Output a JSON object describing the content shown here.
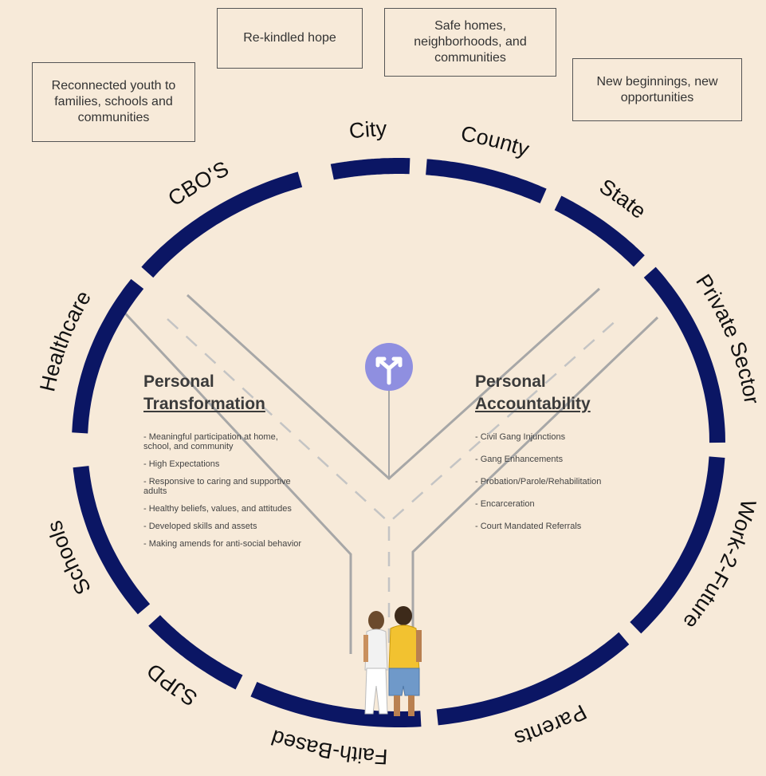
{
  "outcomes": [
    {
      "id": "reconnected",
      "text": "Reconnected youth to families, schools and communities"
    },
    {
      "id": "rekindled",
      "text": "Re-kindled hope"
    },
    {
      "id": "safe",
      "text": "Safe homes, neighborhoods, and communities"
    },
    {
      "id": "new",
      "text": "New beginnings, new opportunities"
    }
  ],
  "ring_segments": [
    {
      "label": "City"
    },
    {
      "label": "County"
    },
    {
      "label": "State"
    },
    {
      "label": "Private Sector"
    },
    {
      "label": "Work-2-Future"
    },
    {
      "label": "Parents"
    },
    {
      "label": "Faith-Based"
    },
    {
      "label": "SJPD"
    },
    {
      "label": "Schools"
    },
    {
      "label": "Healthcare"
    },
    {
      "label": "CBO'S"
    }
  ],
  "left": {
    "title_line1": "Personal",
    "title_line2": "Transformation",
    "items": [
      "- Meaningful participation at home, school, and community",
      "- High Expectations",
      "- Responsive to caring and supportive adults",
      "- Healthy beliefs, values, and attitudes",
      "- Developed skills and assets",
      "- Making amends for anti-social behavior"
    ]
  },
  "right": {
    "title_line1": "Personal",
    "title_line2": "Accountability",
    "items": [
      "- Civil Gang Injunctions",
      "- Gang Enhancements",
      "- Probation/Parole/Rehabilitation",
      "- Encarceration",
      "- Court Mandated Referrals"
    ]
  },
  "colors": {
    "background": "#f7ead9",
    "ring": "#0b1664",
    "road": "#a7a7a7",
    "sign": "#8f8fe0"
  },
  "icons": [
    "fork-road-sign-icon",
    "people-figures"
  ]
}
